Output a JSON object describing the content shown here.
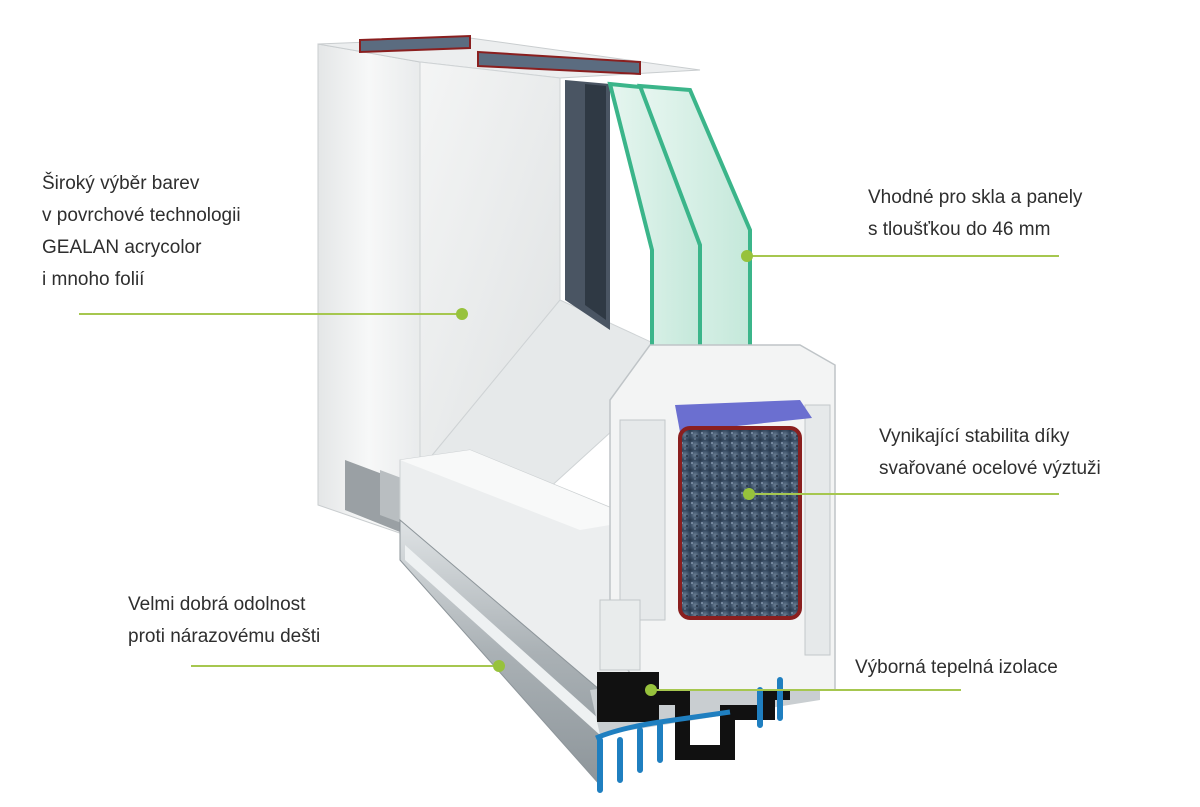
{
  "colors": {
    "leader_line": "#a6c74f",
    "leader_dot": "#97c23c",
    "pvc_white": "#f0f1f1",
    "pvc_shadow": "#d3d6d7",
    "glass_edge": "#3bb58a",
    "glass_pane": "#cfeee3",
    "steel": "#3a4e66",
    "steel_border": "#8a1f1f",
    "gasket": "#6b6fd0",
    "thermal_insert": "#1f7fc0",
    "aluminium": "#b7bdc1",
    "text": "#2e2e2e"
  },
  "callouts": {
    "colors": {
      "lines": [
        "Široký výběr barev",
        "v povrchové technologii",
        "GEALAN acrycolor",
        "i mnoho folií"
      ]
    },
    "glazing": {
      "lines": [
        "Vhodné pro skla a panely",
        "s tloušťkou do 46 mm"
      ]
    },
    "steel": {
      "lines": [
        "Vynikající stabilita díky",
        "svařované ocelové výztuži"
      ]
    },
    "rain": {
      "lines": [
        "Velmi dobrá odolnost",
        "proti nárazovému dešti"
      ]
    },
    "thermal": {
      "lines": [
        "Výborná tepelná izolace"
      ]
    }
  }
}
